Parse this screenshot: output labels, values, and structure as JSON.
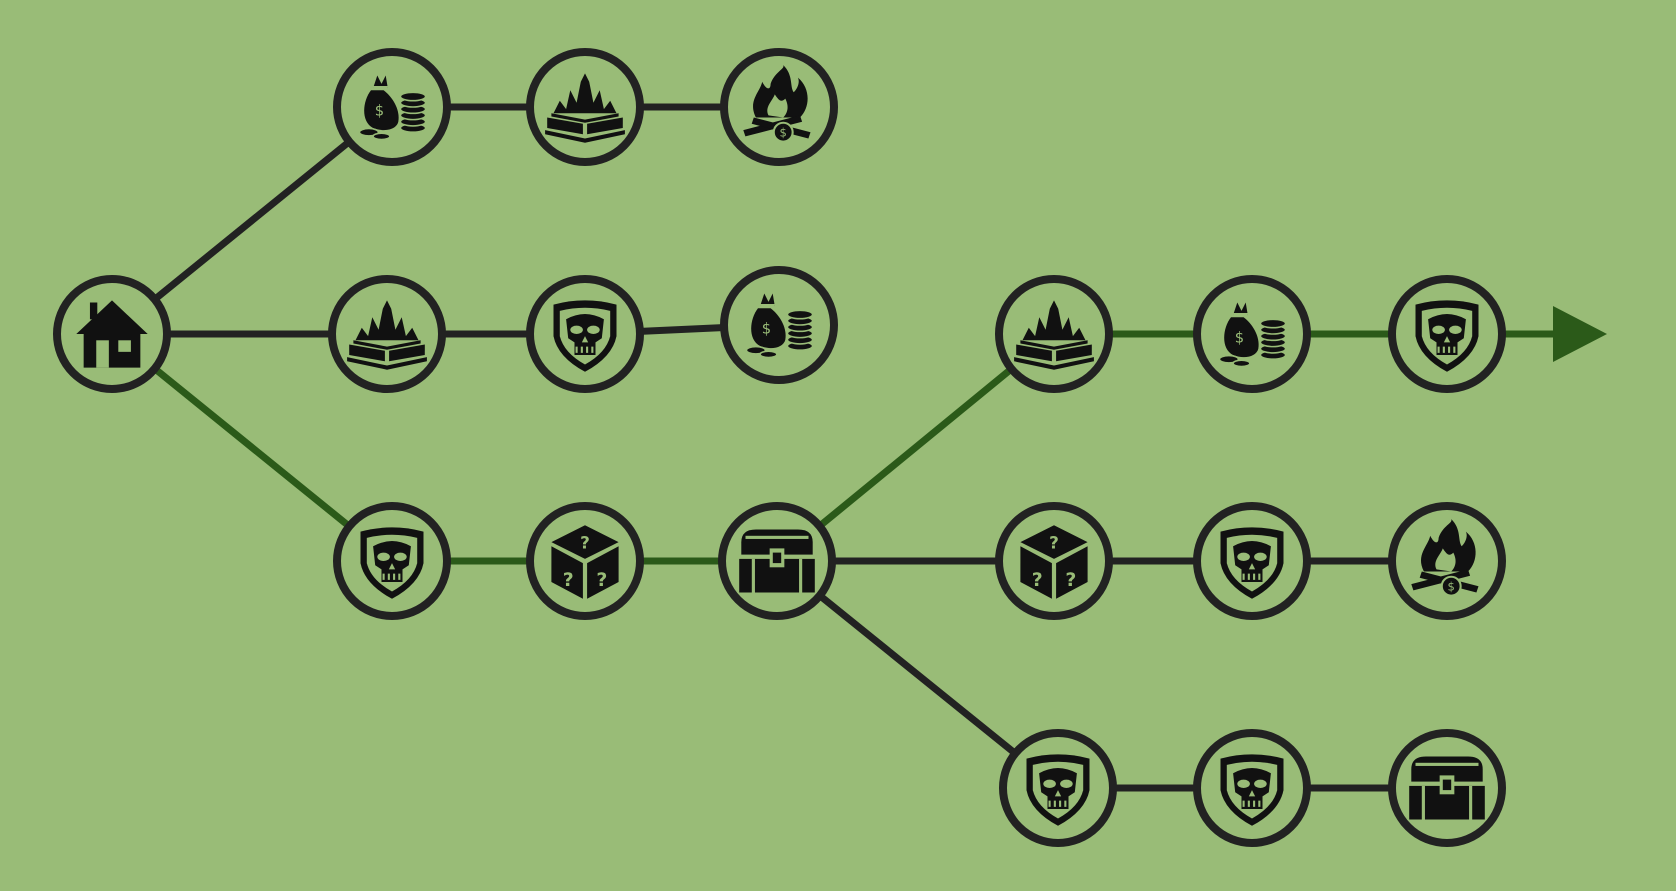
{
  "colors": {
    "background": "#99bc77",
    "edge_default": "#222222",
    "edge_path": "#2b5a19",
    "node_ring": "#222222",
    "icon": "#111111",
    "arrow": "#2b5a19"
  },
  "nodes": [
    {
      "id": "home",
      "icon": "house-icon"
    },
    {
      "id": "a1",
      "icon": "treasure-bag-icon"
    },
    {
      "id": "a2",
      "icon": "spellbook-icon"
    },
    {
      "id": "a3",
      "icon": "campfire-icon"
    },
    {
      "id": "b1",
      "icon": "spellbook-icon"
    },
    {
      "id": "b2",
      "icon": "skull-shield-icon"
    },
    {
      "id": "b3",
      "icon": "treasure-bag-icon"
    },
    {
      "id": "c1",
      "icon": "skull-shield-icon"
    },
    {
      "id": "c2",
      "icon": "mystery-box-icon"
    },
    {
      "id": "c3",
      "icon": "treasure-chest-icon"
    },
    {
      "id": "d1",
      "icon": "spellbook-icon"
    },
    {
      "id": "d2",
      "icon": "treasure-bag-icon"
    },
    {
      "id": "d3",
      "icon": "skull-shield-icon"
    },
    {
      "id": "e1",
      "icon": "mystery-box-icon"
    },
    {
      "id": "e2",
      "icon": "skull-shield-icon"
    },
    {
      "id": "e3",
      "icon": "campfire-icon"
    },
    {
      "id": "f1",
      "icon": "skull-shield-icon"
    },
    {
      "id": "f2",
      "icon": "skull-shield-icon"
    },
    {
      "id": "f3",
      "icon": "treasure-chest-icon"
    }
  ],
  "edges": [
    {
      "from": "home",
      "to": "a1",
      "on_path": false
    },
    {
      "from": "a1",
      "to": "a2",
      "on_path": false
    },
    {
      "from": "a2",
      "to": "a3",
      "on_path": false
    },
    {
      "from": "home",
      "to": "b1",
      "on_path": false
    },
    {
      "from": "b1",
      "to": "b2",
      "on_path": false
    },
    {
      "from": "b2",
      "to": "b3",
      "on_path": false
    },
    {
      "from": "home",
      "to": "c1",
      "on_path": true
    },
    {
      "from": "c1",
      "to": "c2",
      "on_path": true
    },
    {
      "from": "c2",
      "to": "c3",
      "on_path": true
    },
    {
      "from": "c3",
      "to": "d1",
      "on_path": true
    },
    {
      "from": "d1",
      "to": "d2",
      "on_path": true
    },
    {
      "from": "d2",
      "to": "d3",
      "on_path": true
    },
    {
      "from": "c3",
      "to": "e1",
      "on_path": false
    },
    {
      "from": "e1",
      "to": "e2",
      "on_path": false
    },
    {
      "from": "e2",
      "to": "e3",
      "on_path": false
    },
    {
      "from": "c3",
      "to": "f1",
      "on_path": false
    },
    {
      "from": "f1",
      "to": "f2",
      "on_path": false
    },
    {
      "from": "f2",
      "to": "f3",
      "on_path": false
    }
  ],
  "exit_arrow": {
    "from": "d3",
    "icon": "arrow-right-icon"
  }
}
